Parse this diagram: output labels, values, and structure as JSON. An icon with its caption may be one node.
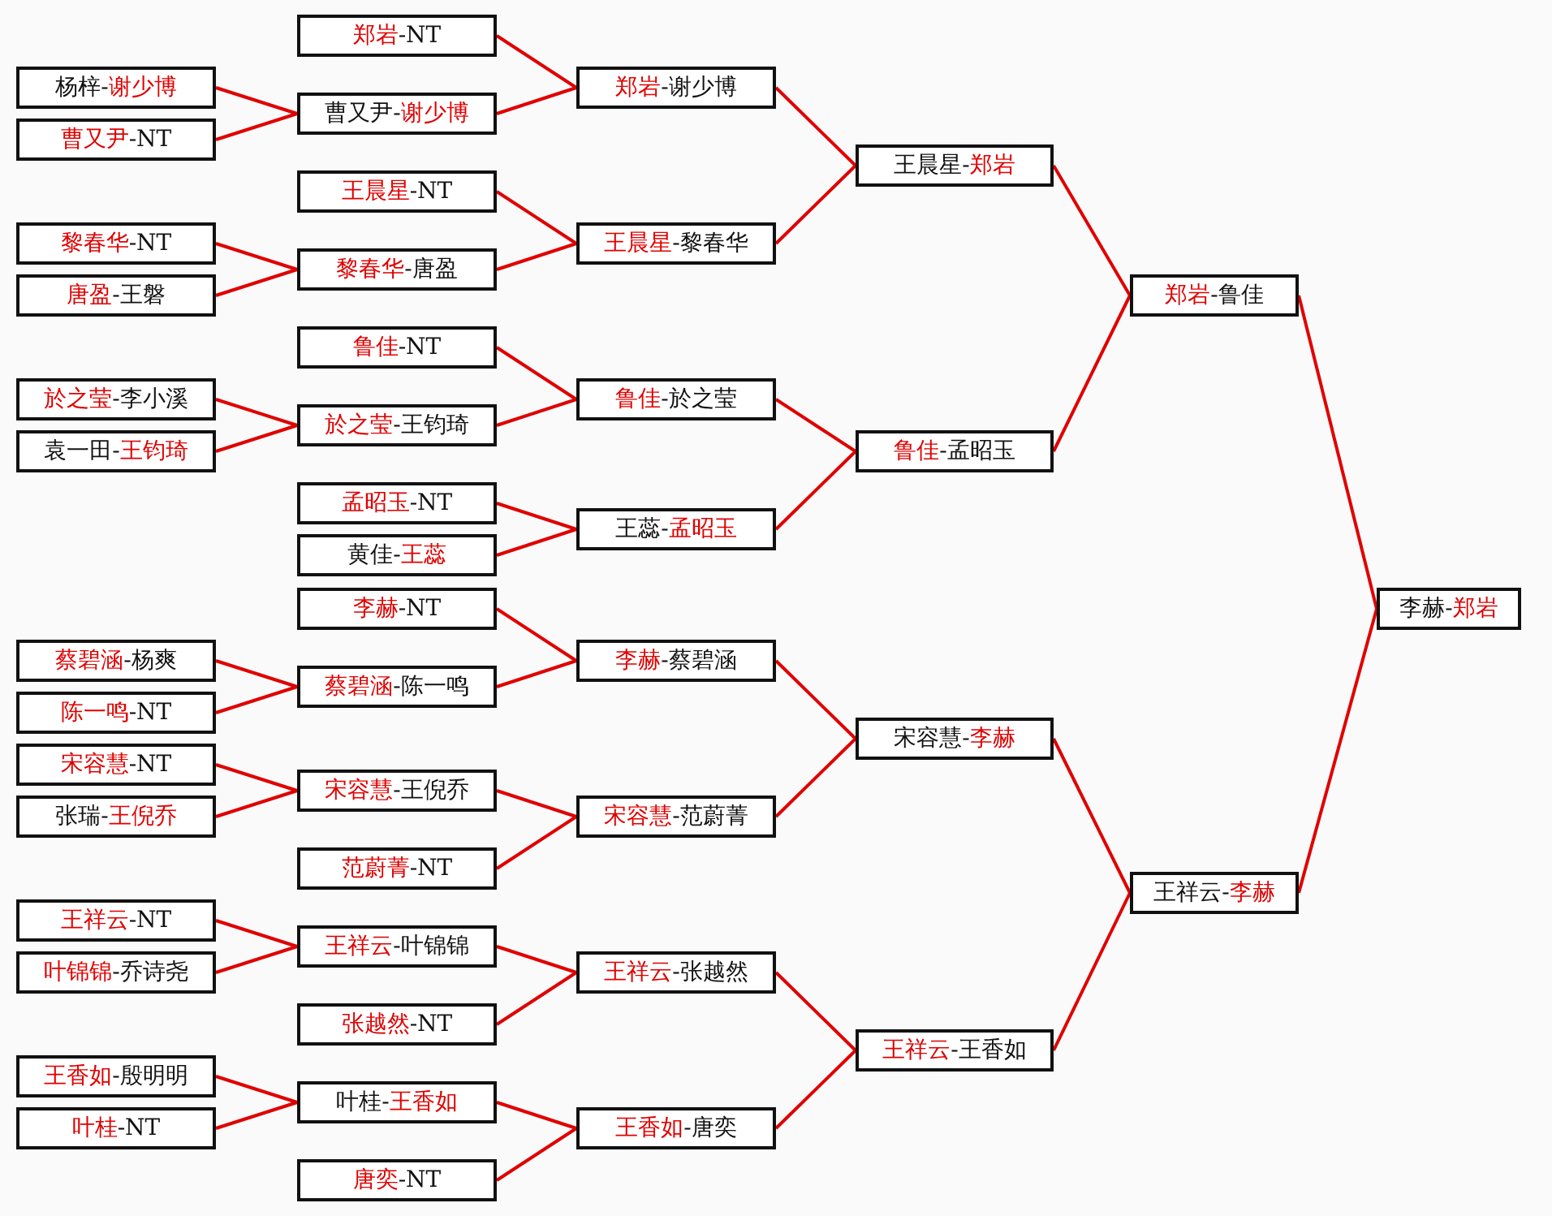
{
  "diagram": {
    "nodes": [
      {
        "text": [
          "杨梓-**谢少博**"
        ]
      },
      {
        "text": [
          "**曹又尹**-NT"
        ]
      },
      {
        "text": [
          "**黎春华**-NT"
        ]
      },
      {
        "text": [
          "**唐盈**-王磐"
        ]
      },
      {
        "text": [
          "**於之莹**-李小溪"
        ]
      },
      {
        "text": [
          "袁一田-**王钧琦**"
        ]
      },
      {
        "text": [
          "**蔡碧涵**-杨爽"
        ]
      },
      {
        "text": [
          "**陈一鸣**-NT"
        ]
      },
      {
        "text": [
          "**宋容慧**-NT"
        ]
      },
      {
        "text": [
          "张瑞-**王倪乔**"
        ]
      },
      {
        "text": [
          "**王祥云**-NT"
        ]
      },
      {
        "text": [
          "**叶锦锦**-乔诗尧"
        ]
      },
      {
        "text": [
          "**王香如**-殷明明"
        ]
      },
      {
        "text": [
          "**叶桂**-NT"
        ]
      },
      {
        "text": [
          "**郑岩**-NT"
        ]
      },
      {
        "text": [
          "曹又尹-**谢少博**"
        ]
      },
      {
        "text": [
          "**王晨星**-NT"
        ]
      },
      {
        "text": [
          "**黎春华**-唐盈"
        ]
      },
      {
        "text": [
          "**鲁佳**-NT"
        ]
      },
      {
        "text": [
          "**於之莹**-王钧琦"
        ]
      },
      {
        "text": [
          "**孟昭玉**-NT"
        ]
      },
      {
        "text": [
          "黄佳-**王蕊**"
        ]
      },
      {
        "text": [
          "**李赫**-NT"
        ]
      },
      {
        "text": [
          "**蔡碧涵**-陈一鸣"
        ]
      },
      {
        "text": [
          "**宋容慧**-王倪乔"
        ]
      },
      {
        "text": [
          "**范蔚菁**-NT"
        ]
      },
      {
        "text": [
          "**王祥云**-叶锦锦"
        ]
      },
      {
        "text": [
          "**张越然**-NT"
        ]
      },
      {
        "text": [
          "叶桂-**王香如**"
        ]
      },
      {
        "text": [
          "**唐奕**-NT"
        ]
      },
      {
        "text": [
          "**郑岩**-谢少博"
        ]
      },
      {
        "text": [
          "**王晨星**-黎春华"
        ]
      },
      {
        "text": [
          "**鲁佳**-於之莹"
        ]
      },
      {
        "text": [
          "王蕊-**孟昭玉**"
        ]
      },
      {
        "text": [
          "**李赫**-蔡碧涵"
        ]
      },
      {
        "text": [
          "**宋容慧**-范蔚菁"
        ]
      },
      {
        "text": [
          "**王祥云**-张越然"
        ]
      },
      {
        "text": [
          "**王香如**-唐奕"
        ]
      },
      {
        "text": [
          "王晨星-**郑岩**"
        ]
      },
      {
        "text": [
          "**鲁佳**-孟昭玉"
        ]
      },
      {
        "text": [
          "宋容慧-**李赫**"
        ]
      },
      {
        "text": [
          "**王祥云**-王香如"
        ]
      },
      {
        "text": [
          "**郑岩**-鲁佳"
        ]
      },
      {
        "text": [
          "王祥云-**李赫**"
        ]
      },
      {
        "text": [
          "李赫-**郑岩**"
        ]
      }
    ],
    "edges": [
      {
        "from": 0,
        "to": 15,
        "arrow": "none"
      },
      {
        "from": 1,
        "to": 15,
        "arrow": "none"
      },
      {
        "from": 2,
        "to": 17,
        "arrow": "none"
      },
      {
        "from": 3,
        "to": 17,
        "arrow": "none"
      },
      {
        "from": 4,
        "to": 19,
        "arrow": "none"
      },
      {
        "from": 5,
        "to": 19,
        "arrow": "none"
      },
      {
        "from": 6,
        "to": 23,
        "arrow": "none"
      },
      {
        "from": 7,
        "to": 23,
        "arrow": "none"
      },
      {
        "from": 8,
        "to": 24,
        "arrow": "none"
      },
      {
        "from": 9,
        "to": 24,
        "arrow": "none"
      },
      {
        "from": 10,
        "to": 26,
        "arrow": "none"
      },
      {
        "from": 11,
        "to": 26,
        "arrow": "none"
      },
      {
        "from": 12,
        "to": 28,
        "arrow": "none"
      },
      {
        "from": 13,
        "to": 28,
        "arrow": "none"
      },
      {
        "from": 14,
        "to": 30,
        "arrow": "none"
      },
      {
        "from": 15,
        "to": 30,
        "arrow": "none"
      },
      {
        "from": 16,
        "to": 31,
        "arrow": "none"
      },
      {
        "from": 17,
        "to": 31,
        "arrow": "none"
      },
      {
        "from": 18,
        "to": 32,
        "arrow": "none"
      },
      {
        "from": 19,
        "to": 32,
        "arrow": "none"
      },
      {
        "from": 20,
        "to": 33,
        "arrow": "none"
      },
      {
        "from": 21,
        "to": 33,
        "arrow": "none"
      },
      {
        "from": 22,
        "to": 34,
        "arrow": "none"
      },
      {
        "from": 23,
        "to": 34,
        "arrow": "none"
      },
      {
        "from": 24,
        "to": 35,
        "arrow": "none"
      },
      {
        "from": 25,
        "to": 35,
        "arrow": "none"
      },
      {
        "from": 26,
        "to": 36,
        "arrow": "none"
      },
      {
        "from": 27,
        "to": 36,
        "arrow": "none"
      },
      {
        "from": 28,
        "to": 37,
        "arrow": "none"
      },
      {
        "from": 29,
        "to": 37,
        "arrow": "none"
      },
      {
        "from": 30,
        "to": 38,
        "arrow": "none"
      },
      {
        "from": 31,
        "to": 38,
        "arrow": "none"
      },
      {
        "from": 32,
        "to": 39,
        "arrow": "none"
      },
      {
        "from": 33,
        "to": 39,
        "arrow": "none"
      },
      {
        "from": 34,
        "to": 40,
        "arrow": "none"
      },
      {
        "from": 35,
        "to": 40,
        "arrow": "none"
      },
      {
        "from": 36,
        "to": 41,
        "arrow": "none"
      },
      {
        "from": 37,
        "to": 41,
        "arrow": "none"
      },
      {
        "from": 38,
        "to": 42,
        "arrow": "none"
      },
      {
        "from": 39,
        "to": 42,
        "arrow": "none"
      },
      {
        "from": 40,
        "to": 43,
        "arrow": "none"
      },
      {
        "from": 41,
        "to": 43,
        "arrow": "none"
      },
      {
        "from": 42,
        "to": 44,
        "arrow": "none"
      },
      {
        "from": 43,
        "to": 44,
        "arrow": "none"
      }
    ]
  }
}
